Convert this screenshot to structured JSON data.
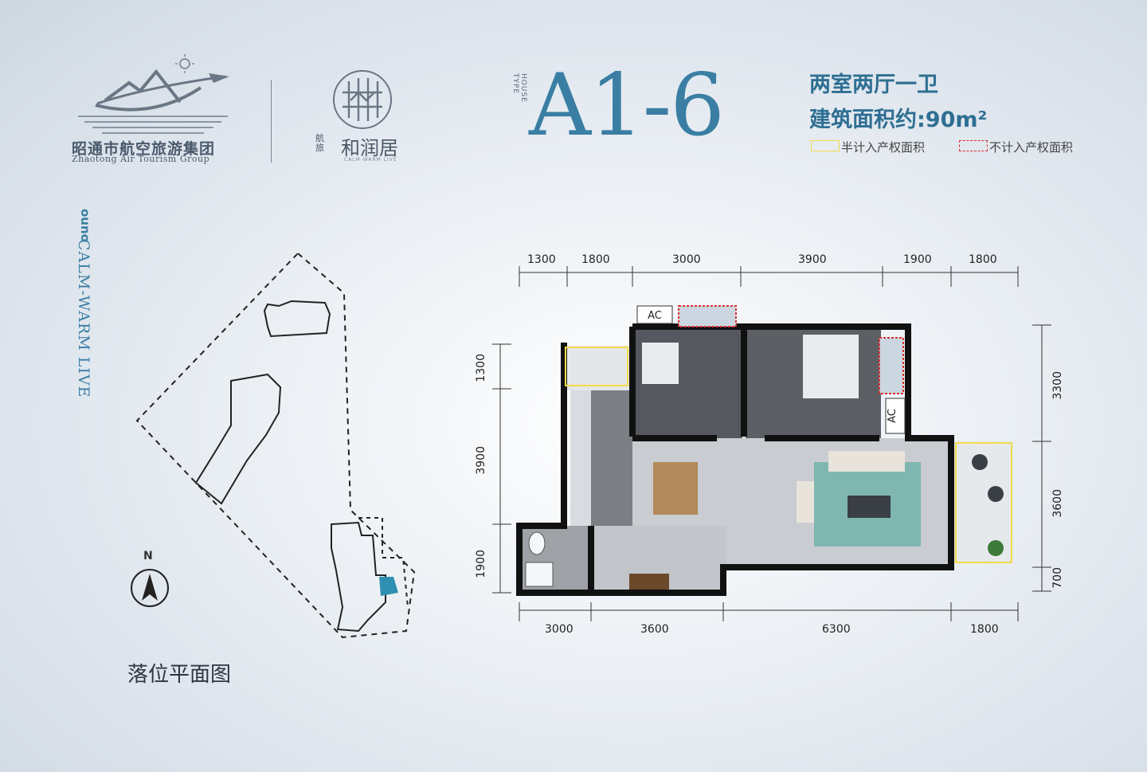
{
  "logo": {
    "name_cn": "昭通市航空旅游集团",
    "name_en": "Zhaotong Air Tourism Group"
  },
  "project": {
    "name": "和润居",
    "side_label": "航旅",
    "name_en": "CALM-WARM LIVE"
  },
  "house_type_label": "HOUSE TYPE",
  "type_code": "A1-6",
  "layout": "两室两厅一卫",
  "area": "建筑面积约:90m²",
  "legend": [
    {
      "label": "半计入产权面积",
      "color": "#f2dc4a"
    },
    {
      "label": "不计入产权面积",
      "color": "#d83030"
    }
  ],
  "side_brand": {
    "word": "ouno",
    "en": "CALM-WARM LIVE"
  },
  "site_plan": {
    "title": "落位平面图",
    "north": "N"
  },
  "floor_plan": {
    "ac_labels": [
      "AC",
      "AC"
    ],
    "dims_top": [
      "1300",
      "1800",
      "3000",
      "3900",
      "1900",
      "1800"
    ],
    "dims_bottom": [
      "3000",
      "3600",
      "6300",
      "1800"
    ],
    "dims_left": [
      "1300",
      "3900",
      "1900"
    ],
    "dims_right": [
      "3300",
      "3600",
      "700"
    ]
  },
  "colors": {
    "accent": "#3a7ea4",
    "text_dark": "#2e3540",
    "wall": "#111111"
  }
}
